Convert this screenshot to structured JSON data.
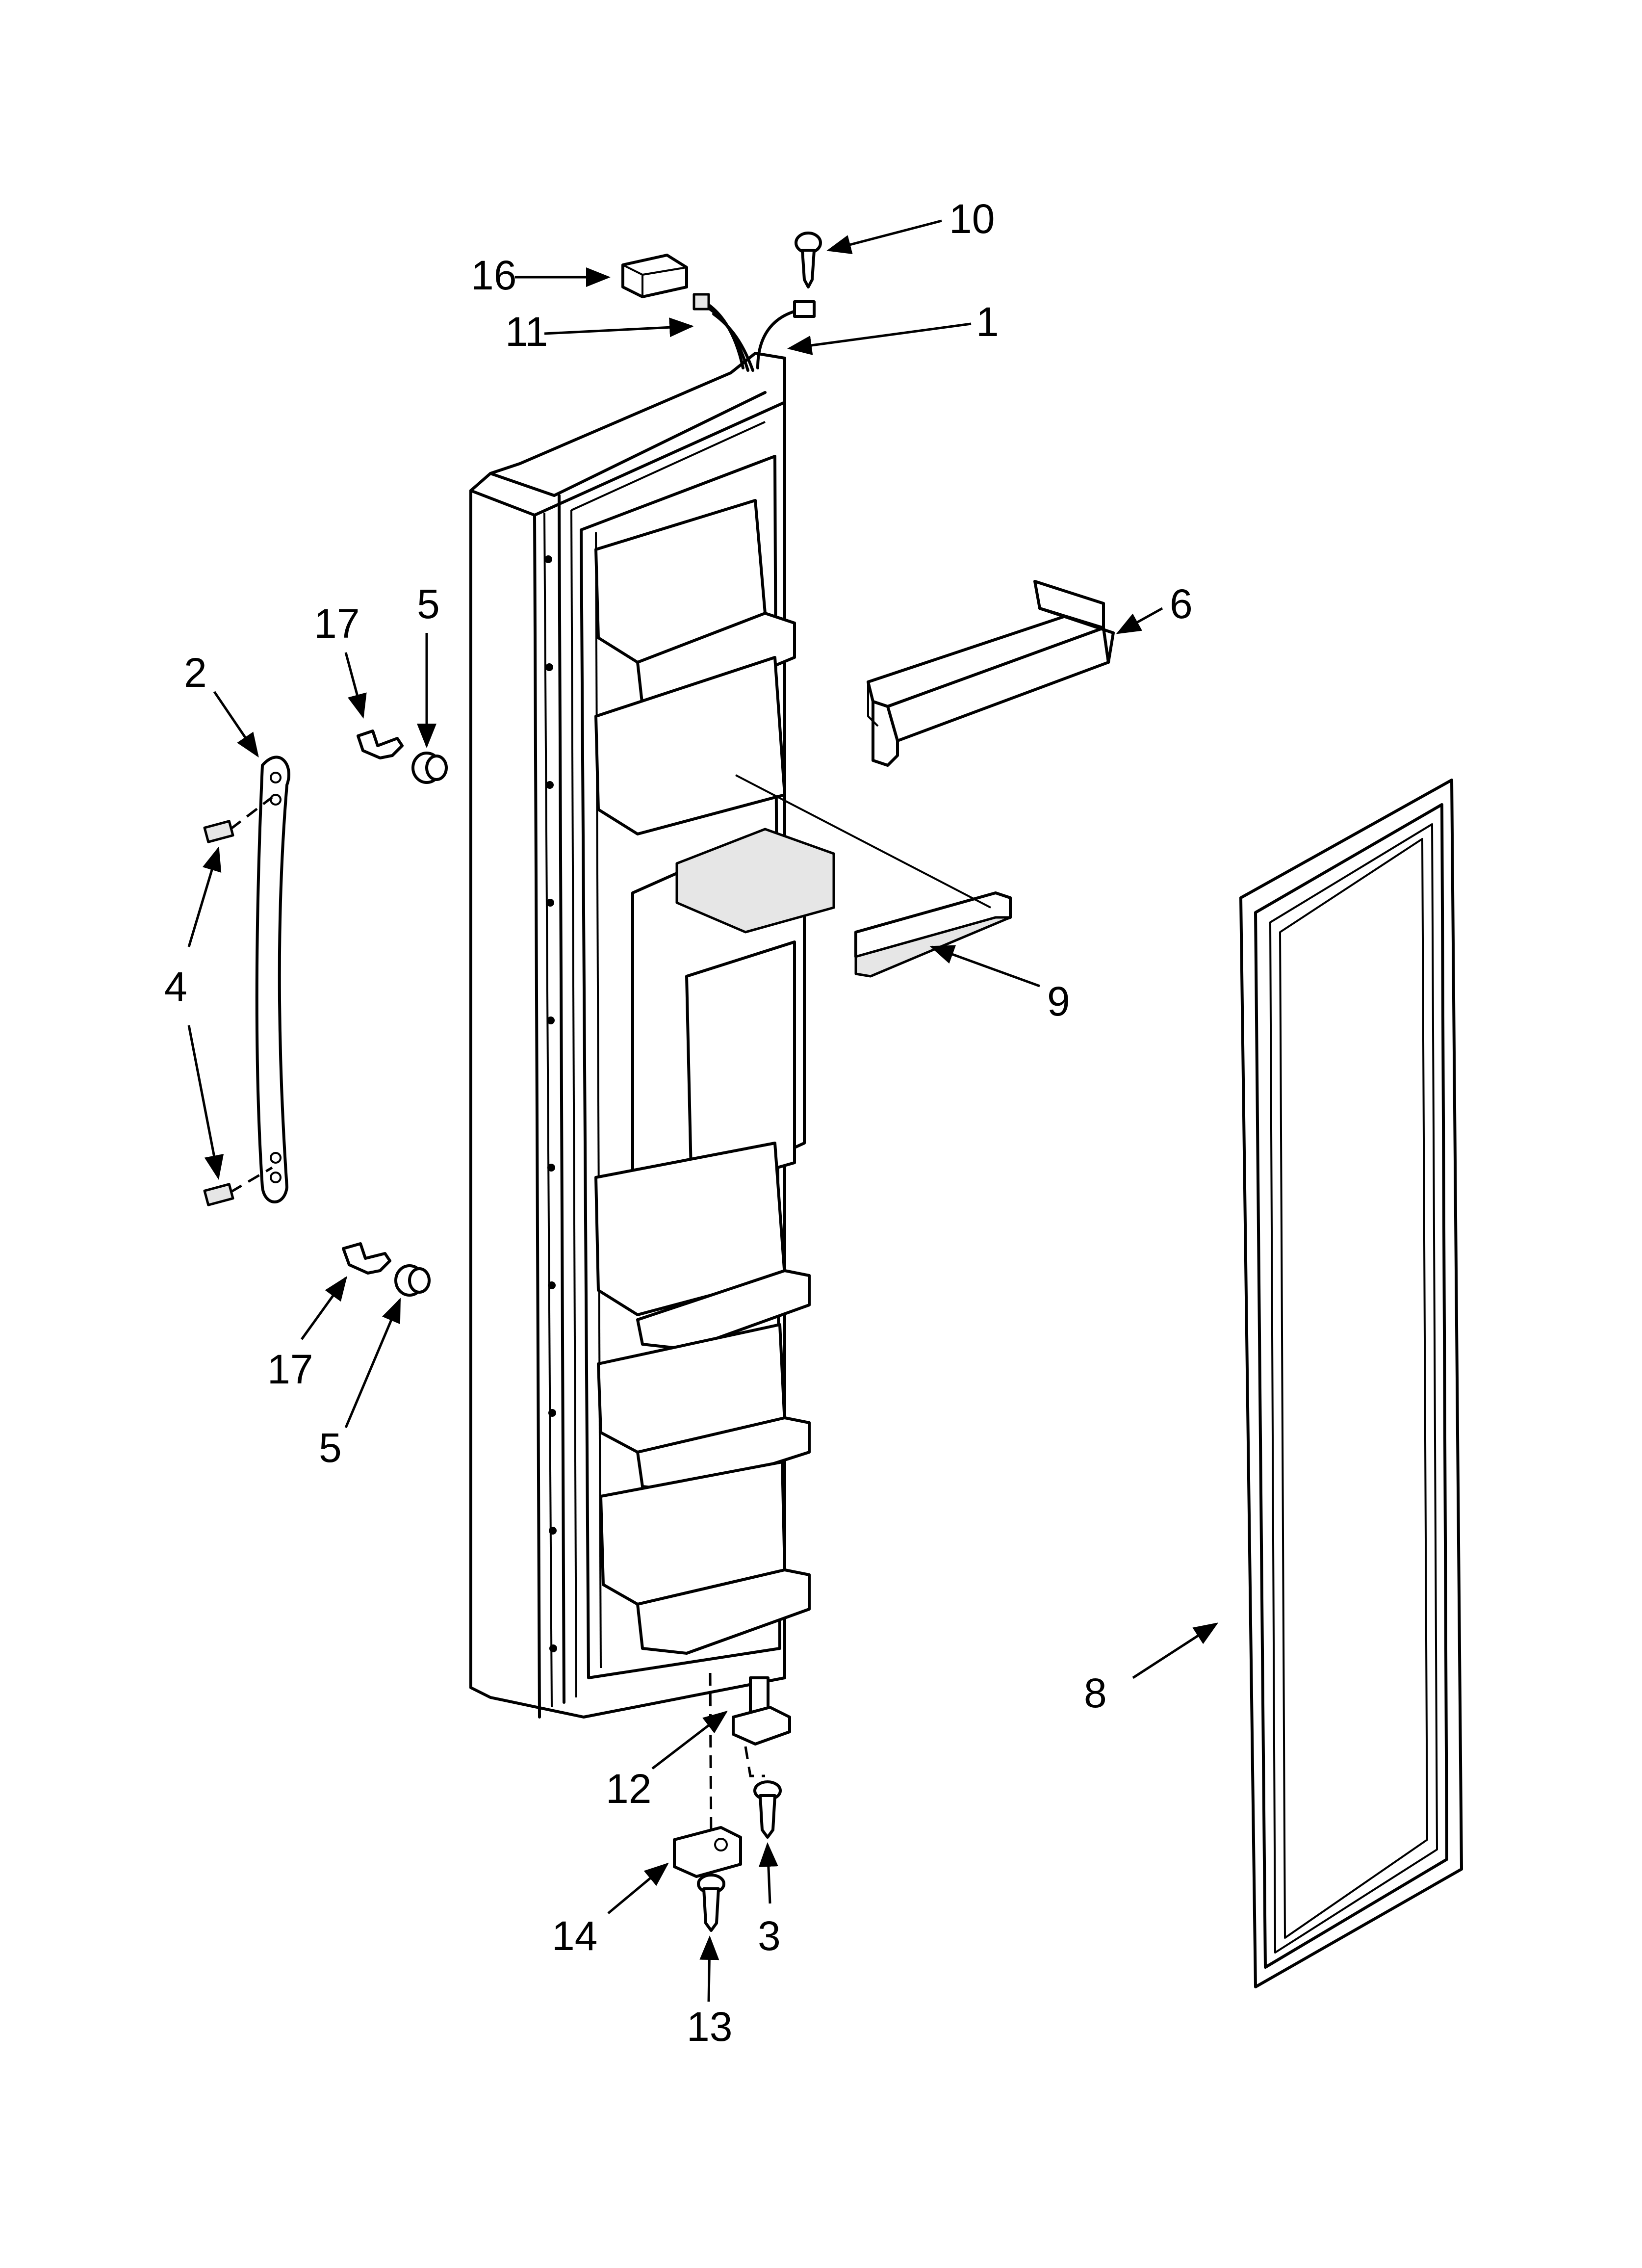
{
  "labels": {
    "p1": "1",
    "p2": "2",
    "p3": "3",
    "p4": "4",
    "p5a": "5",
    "p5b": "5",
    "p6": "6",
    "p8": "8",
    "p9": "9",
    "p10": "10",
    "p11": "11",
    "p12": "12",
    "p13": "13",
    "p14": "14",
    "p16": "16",
    "p17a": "17",
    "p17b": "17"
  },
  "colors": {
    "line": "#000000",
    "background": "#ffffff",
    "shade": "#e6e6e6"
  }
}
